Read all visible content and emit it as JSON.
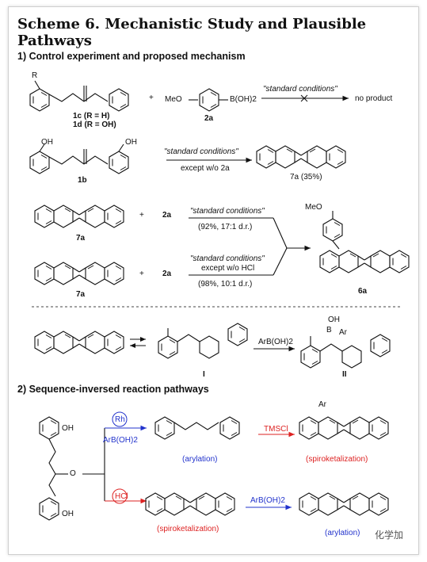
{
  "title": "Scheme 6. Mechanistic Study and Plausible Pathways",
  "section1": "1) Control experiment and proposed mechanism",
  "section2": "2) Sequence-inversed reaction pathways",
  "row1": {
    "subst": "R",
    "c1c": "1c (R = H)",
    "c1d": "1d (R = OH)",
    "plus": "+",
    "meo": "MeO",
    "boh2": "B(OH)2",
    "c2a": "2a",
    "cond": "\"standard conditions\"",
    "result": "no product"
  },
  "row2": {
    "oh_left": "OH",
    "oh_right": "OH",
    "c1b": "1b",
    "cond": "\"standard conditions\"",
    "except": "except w/o 2a",
    "product": "7a (35%)"
  },
  "row3": {
    "c7a": "7a",
    "plus": "+",
    "c2a": "2a",
    "cond": "\"standard conditions\"",
    "detail": "(92%, 17:1 d.r.)"
  },
  "row4": {
    "c7a": "7a",
    "plus": "+",
    "c2a": "2a",
    "cond": "\"standard conditions\"",
    "except": "except w/o HCl",
    "detail": "(98%, 10:1 d.r.)",
    "meo": "MeO",
    "product": "6a"
  },
  "mech": {
    "int1": "I",
    "reagent": "ArB(OH)2",
    "int2": "II",
    "oh": "OH",
    "ar": "Ar",
    "b": "B"
  },
  "seq": {
    "oh_top": "OH",
    "oh_bottom": "OH",
    "o": "O",
    "rh": "Rh",
    "rh_reagent": "ArB(OH)2",
    "hcl": "HCl",
    "arylation": "(arylation)",
    "tmscl": "TMSCl",
    "spiro1": "(spiroketalization)",
    "spiro2": "(spiroketalization)",
    "arboh2": "ArB(OH)2",
    "arylation2": "(arylation)",
    "ar": "Ar"
  },
  "watermark": "化学加",
  "colors": {
    "blue": "#2233cc",
    "red": "#dd2222",
    "frame": "#cfcfcf"
  }
}
